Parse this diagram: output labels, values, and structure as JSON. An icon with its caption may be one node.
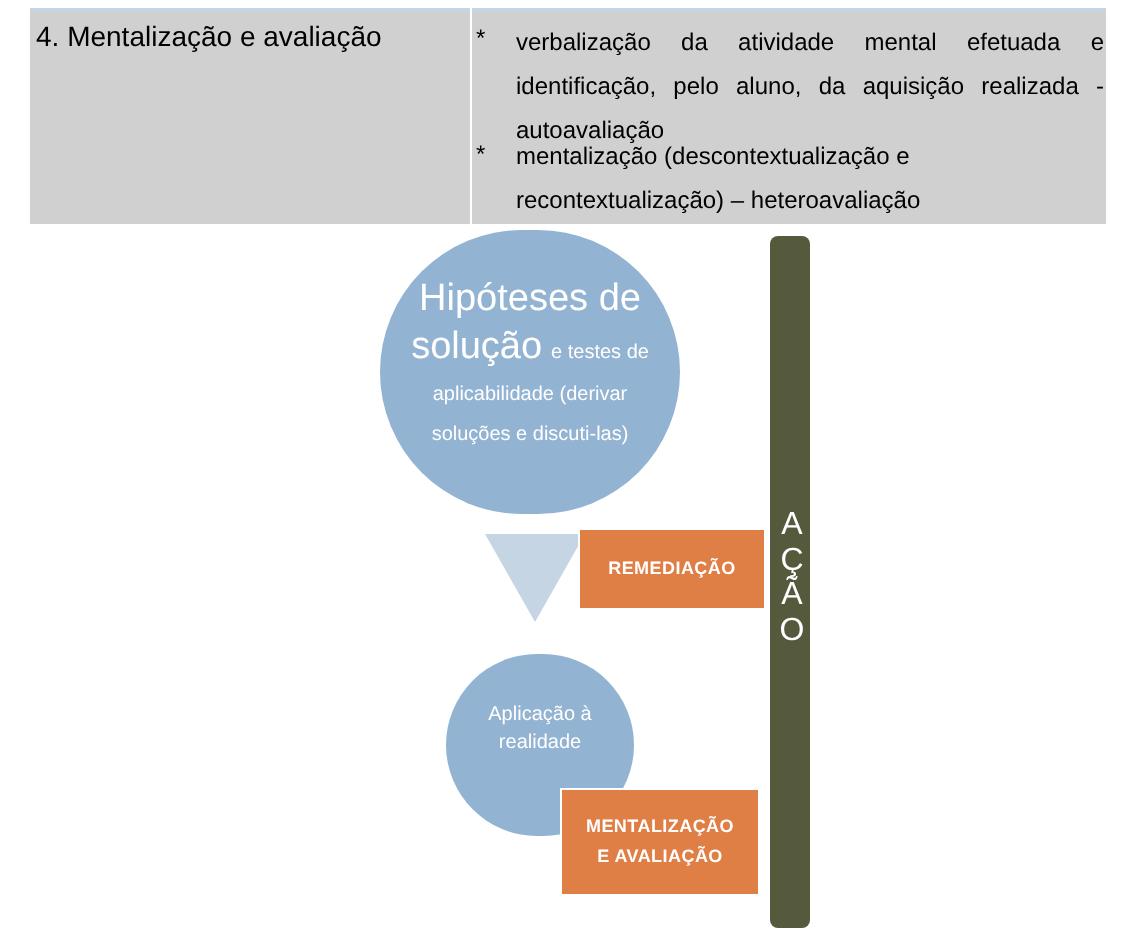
{
  "diagram": {
    "nodes": [
      {
        "text": [
          "Hipóteses de solução",
          "e testes de aplicabilidade (derivar soluções e discuti-las)"
        ]
      },
      {
        "text": [
          "REMEDIAÇÃO"
        ]
      },
      {
        "text": [
          "Aplicação à realidade"
        ]
      },
      {
        "text": [
          "MENTALIZAÇÃO E AVALIAÇÃO"
        ]
      },
      {
        "text": [
          "AÇÃO"
        ]
      }
    ],
    "edges": [
      {
        "from": 0,
        "to": 2,
        "arrow": "to"
      }
    ],
    "labels": [
      "4. Mentalização e avaliação",
      "*",
      "verbalização da atividade mental efetuada e identificação, pelo aluno, da aquisição realizada - autoavaliação",
      "*",
      "mentalização (descontextualização e recontextualização) – heteroavaliação"
    ]
  }
}
